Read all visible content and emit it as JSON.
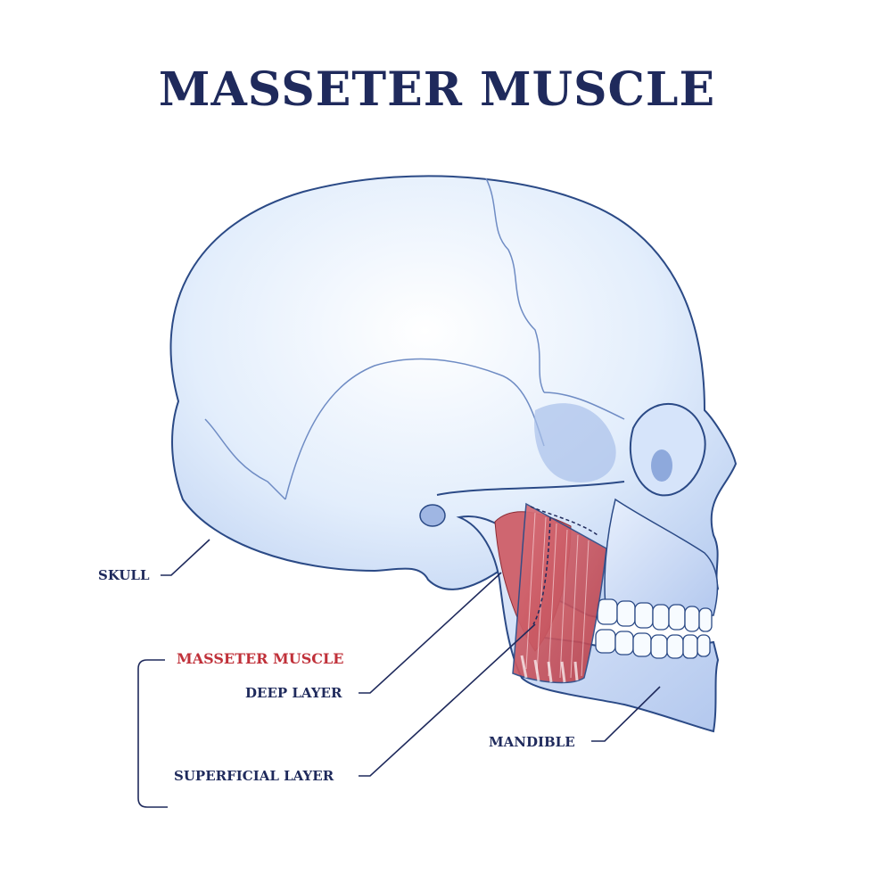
{
  "title": "MASSETER MUSCLE",
  "labels": {
    "skull": "SKULL",
    "masseter": "MASSETER MUSCLE",
    "deep_layer": "DEEP LAYER",
    "superficial_layer": "SUPERFICIAL LAYER",
    "mandible": "MANDIBLE"
  },
  "colors": {
    "title": "#1f2a5c",
    "accent": "#c0313a",
    "bone": "#dbe8fb",
    "bone_outline": "#2b4a86",
    "muscle": "#c9545e"
  }
}
